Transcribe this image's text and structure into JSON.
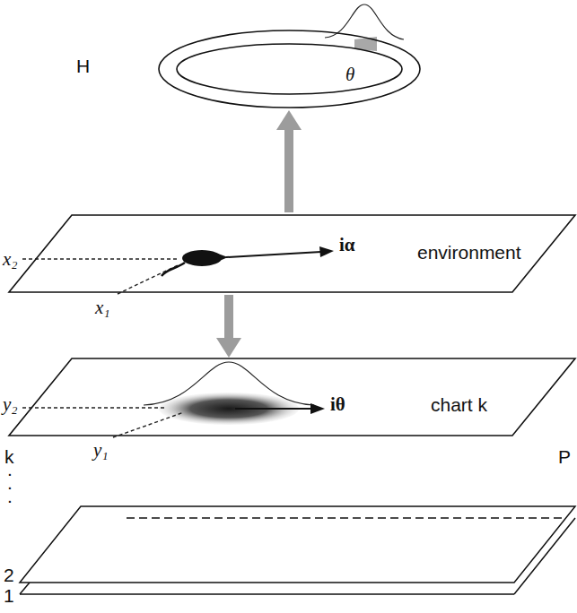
{
  "diagram": {
    "nodes": [
      {
        "text": [
          "H",
          "θ"
        ]
      },
      {
        "text": [
          "environment"
        ]
      },
      {
        "text": [
          "chart k"
        ]
      }
    ],
    "edges": [
      {
        "from": 1,
        "to": 0,
        "arrow": "to"
      },
      {
        "from": 1,
        "to": 2,
        "arrow": "to"
      }
    ],
    "labels": [
      "x₂",
      "x₁",
      "iα",
      "y₂",
      "y₁",
      "iθ",
      "k",
      ".",
      ".",
      ".",
      "2",
      "1",
      "P"
    ]
  }
}
